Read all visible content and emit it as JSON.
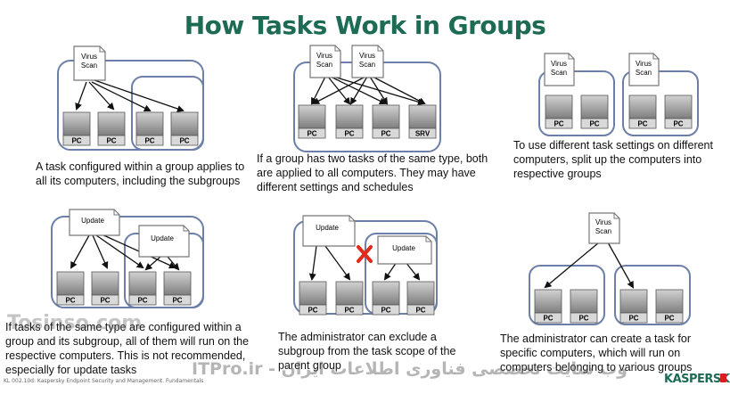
{
  "title": "How Tasks Work in Groups",
  "labels": {
    "virus_scan": "Virus\nScan",
    "update": "Update",
    "pc": "PC",
    "srv": "SRV"
  },
  "colors": {
    "title": "#1d6b55",
    "group_border": "#6c7fa8",
    "exclude_mark": "#e02a1b"
  },
  "descriptions": [
    "A task configured within a group applies to all its computers, including the subgroups",
    "If a group has two tasks of the same type, both are applied to all computers. They may have different settings and schedules",
    "To use different task settings on different computers, split up the computers into respective groups",
    "If tasks of the same type are configured within a group and its subgroup, all of them will run on the respective computers. This is not recommended, especially for update tasks",
    "The administrator can exclude a subgroup from the task scope of the parent group",
    "The administrator can create a task for specific computers, which will run on computers belonging to various groups"
  ],
  "footer": "KL 002.10d: Kaspersky Endpoint Security and Management. Fundamentals",
  "watermark_left": "Tosinso.com",
  "watermark_right": "ITPro.ir - وب سایت تخصصی فناوری اطلاعات ایران",
  "brand": "KASPERSKY"
}
